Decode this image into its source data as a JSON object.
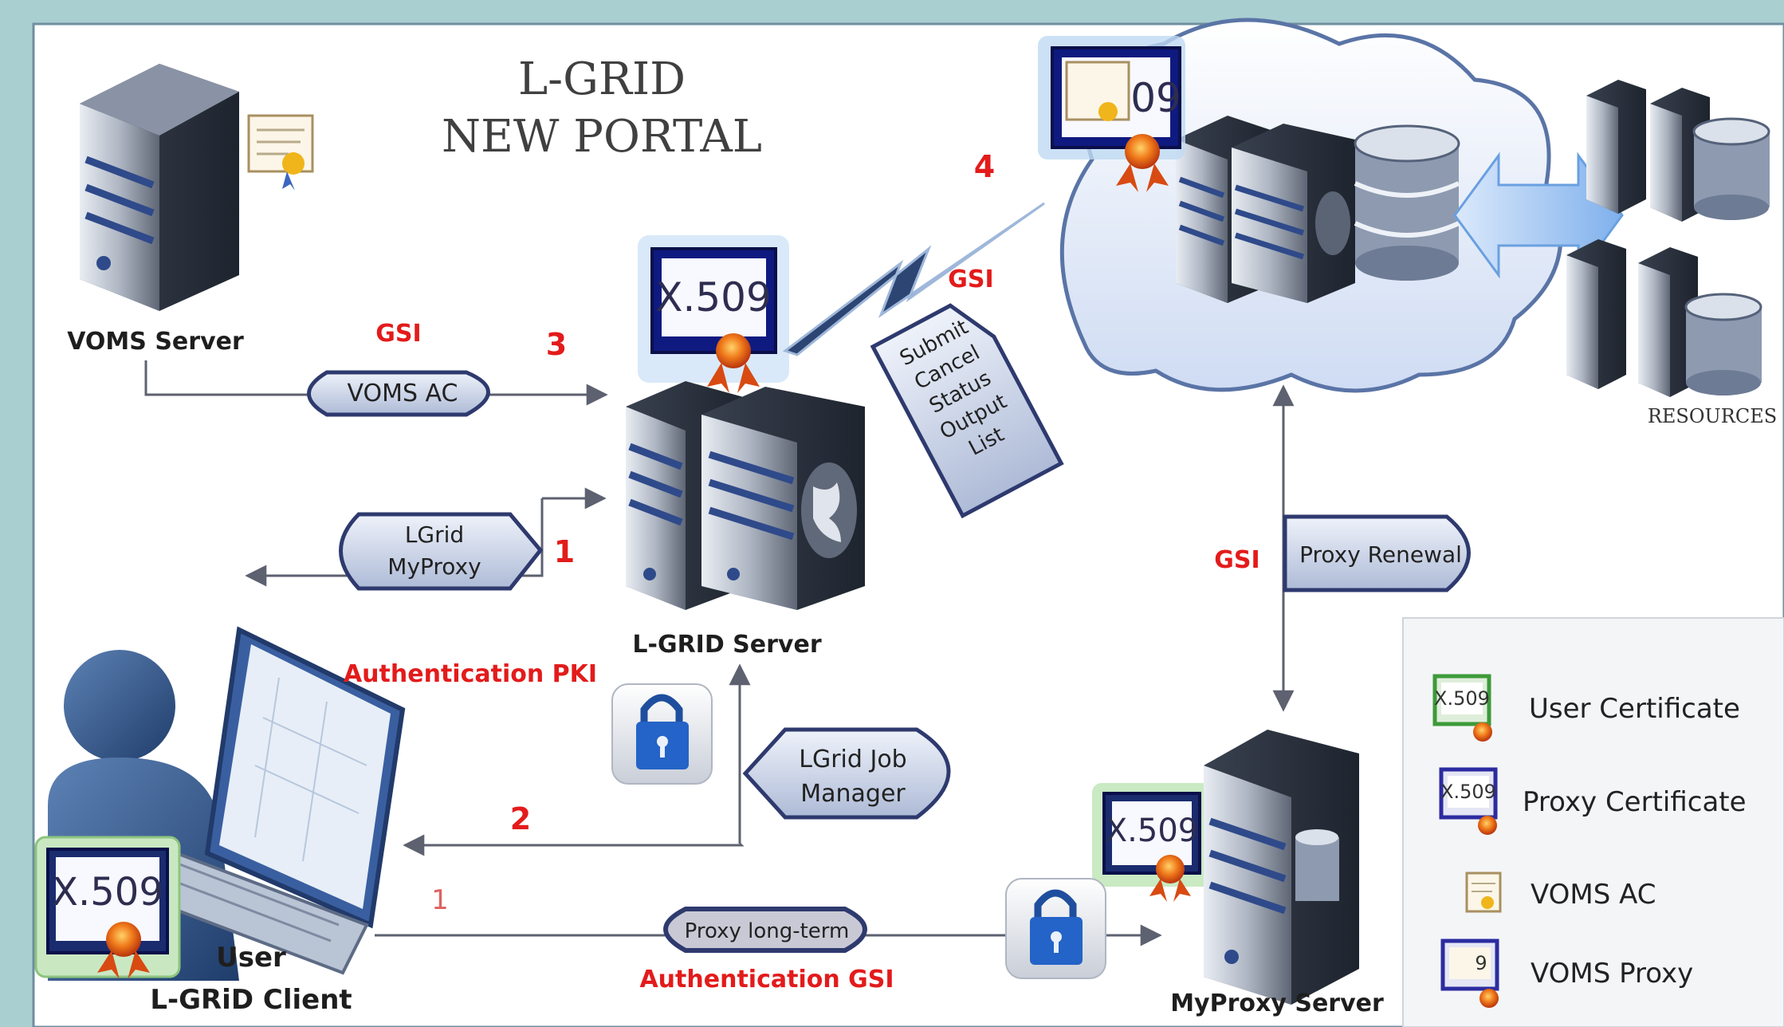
{
  "title": {
    "line1": "L-GRID",
    "line2": "NEW PORTAL"
  },
  "nodes": {
    "voms_server": "VOMS Server",
    "lgrid_server": "L-GRID Server",
    "myproxy_server": "MyProxy Server",
    "client_line1": "User",
    "client_line2": "L-GRiD Client",
    "resources": "RESOURCES"
  },
  "labels": {
    "gsi_voms": "GSI",
    "gsi_cloud": "GSI",
    "gsi_renewal": "GSI",
    "voms_ac": "VOMS AC",
    "lgrid_myproxy_1": "LGrid",
    "lgrid_myproxy_2": "MyProxy",
    "job_manager_1": "LGrid Job",
    "job_manager_2": "Manager",
    "proxy_renewal": "Proxy Renewal",
    "proxy_long_term": "Proxy long-term",
    "auth_pki": "Authentication PKI",
    "auth_gsi": "Authentication GSI",
    "x509": "X.509",
    "x509_short": "X.509",
    "x509_cut": "09"
  },
  "operations": [
    "Submit",
    "Cancel",
    "Status",
    "Output",
    "List"
  ],
  "steps": {
    "s1": "1",
    "s2": "2",
    "s3": "3",
    "s4": "4",
    "s1b": "1"
  },
  "legend": [
    {
      "badge": "X.509",
      "label": "User Certificate",
      "frame": "#3d9a3a"
    },
    {
      "badge": "X.509",
      "label": "Proxy Certificate",
      "frame": "#2c2ca0"
    },
    {
      "badge": "",
      "label": "VOMS AC",
      "frame": ""
    },
    {
      "badge": "9",
      "label": "VOMS Proxy",
      "frame": "#2c2ca0"
    }
  ],
  "colors": {
    "accent_red": "#e31b1b",
    "frame_teal": "#a9cfd1",
    "pill_fill": "#c8d3e6",
    "pill_stroke": "#2e3a6e"
  }
}
